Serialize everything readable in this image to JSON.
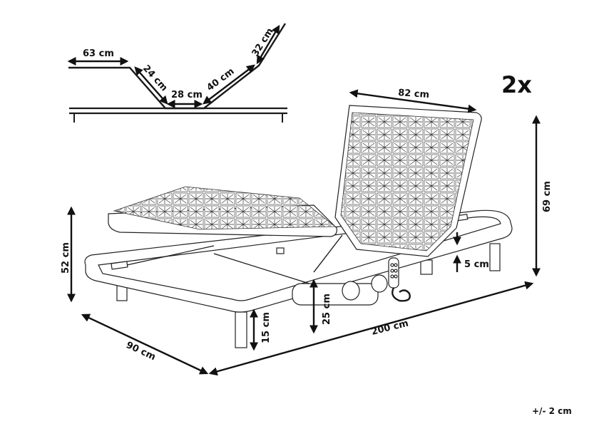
{
  "diagram": {
    "quantity_label": "2x",
    "tolerance_label": "+/- 2 cm",
    "profile_dimensions": {
      "foot_section": "63 cm",
      "knee_down": "24 cm",
      "seat_section": "28 cm",
      "back_section": "40 cm",
      "head_section": "32 cm"
    },
    "bed_dimensions": {
      "backrest_width": "82 cm",
      "raised_height": "69 cm",
      "frame_height": "52 cm",
      "width": "90 cm",
      "length": "200 cm",
      "leg_height": "15 cm",
      "motor_clearance": "25 cm",
      "frame_thickness": "5 cm"
    },
    "colors": {
      "line": "#1a1a1a",
      "background": "#ffffff"
    }
  }
}
